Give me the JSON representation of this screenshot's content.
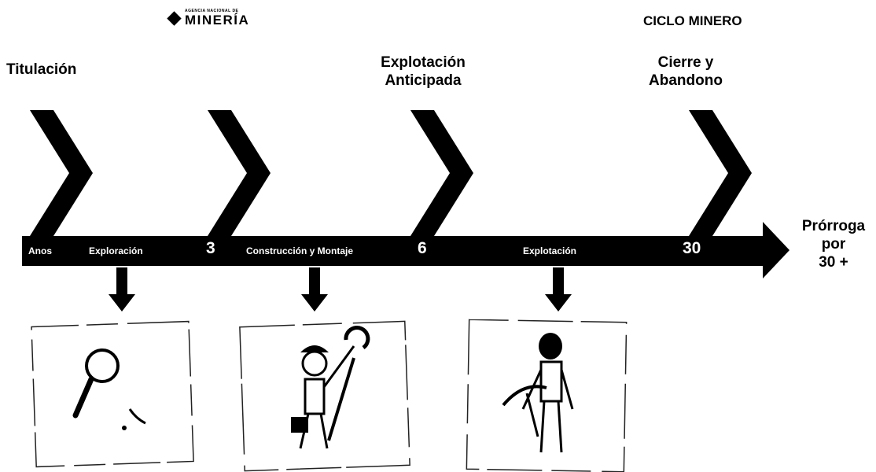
{
  "header": {
    "logo_small_text": "AGENCIA NACIONAL DE",
    "logo_text": "MINERÍA",
    "cycle_title": "CICLO MINERO"
  },
  "stages": {
    "titulacion": "Titulación",
    "explotacion_anticipada_line1": "Explotación",
    "explotacion_anticipada_line2": "Anticipada",
    "cierre_line1": "Cierre y",
    "cierre_line2": "Abandono"
  },
  "timeline": {
    "start_label": "Anos",
    "phase_exploracion": "Exploración",
    "year_3": "3",
    "phase_construccion": "Construcción y Montaje",
    "year_6": "6",
    "phase_explotacion": "Explotación",
    "year_30": "30"
  },
  "extension": {
    "line1": "Prórroga",
    "line2": "por",
    "line3": "30 +"
  },
  "illustrations": [
    "magnifying-glass",
    "worker-with-wrench-and-toolbox",
    "miner-with-pickaxe"
  ],
  "colors": {
    "arrow": "#000000",
    "bar_text": "#ffffff",
    "background": "#ffffff"
  }
}
